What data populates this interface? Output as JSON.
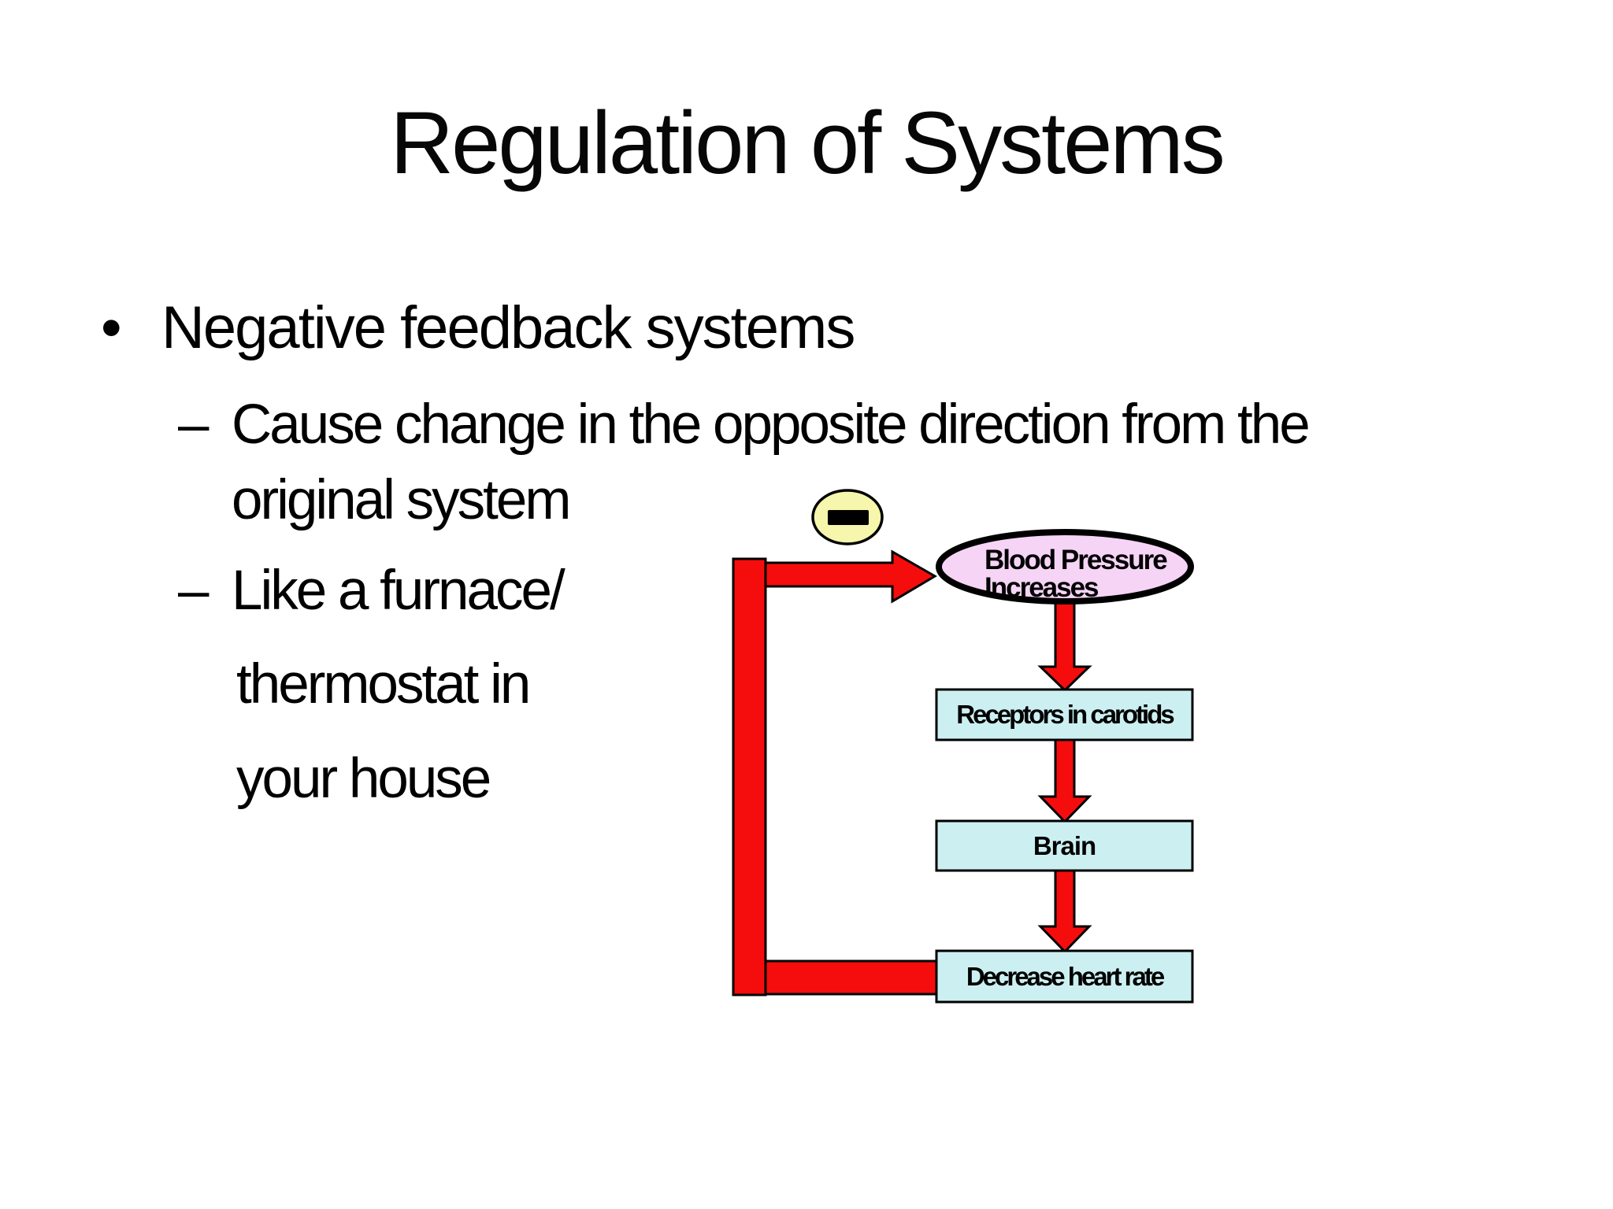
{
  "slide": {
    "title": "Regulation of Systems",
    "bullet": {
      "marker": "•",
      "text": "Negative feedback systems"
    },
    "sub_bullets": {
      "dash": "–",
      "item1_line1": "Cause change in the opposite direction from the",
      "item1_line2": "original system",
      "item2_line1": "Like a furnace/",
      "item2_line2": "thermostat in",
      "item2_line3": "your house"
    }
  },
  "diagram": {
    "negative_sign": "−",
    "ellipse": {
      "label_line1": "Blood Pressure",
      "label_line2": "Increases"
    },
    "boxes": [
      {
        "label": "Receptors in carotids"
      },
      {
        "label": "Brain"
      },
      {
        "label": "Decrease heart rate"
      }
    ],
    "colors": {
      "arrow_red": "#f50d0d",
      "outline": "#000000",
      "box_cyan": "#ccf0f2",
      "ellipse_pink": "#f6d4f6",
      "sign_yellow": "#f6f6ac"
    }
  }
}
